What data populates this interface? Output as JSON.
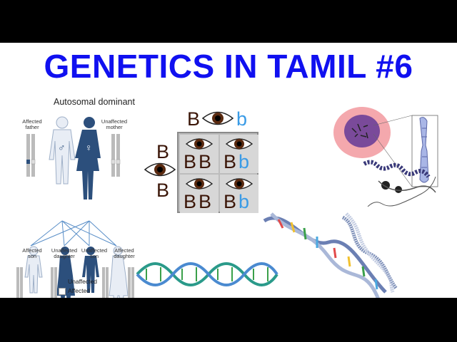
{
  "title": "GENETICS IN TAMIL #6",
  "colors": {
    "title": "#1010f0",
    "background": "#ffffff",
    "frame": "#000000",
    "brown_allele": "#3b1608",
    "blue_allele": "#3a9be6",
    "affected": "#2c4f7c"
  },
  "pedigree": {
    "heading": "Autosomal dominant",
    "father": "Affected\nfather",
    "mother": "Unaffected\nmother",
    "children": [
      "Affected\nson",
      "Unaffected\ndaughter",
      "Unaffected\nson",
      "Affected\ndaughter"
    ],
    "legend": [
      "Unaffected",
      "Affected"
    ]
  },
  "punnett": {
    "top_alleles": [
      "B",
      "b"
    ],
    "side_alleles": [
      "B",
      "B"
    ],
    "cells": [
      {
        "a": "B",
        "b": "B"
      },
      {
        "a": "B",
        "b": "b"
      },
      {
        "a": "B",
        "b": "B"
      },
      {
        "a": "B",
        "b": "b"
      }
    ]
  },
  "icons": [
    "eye-icon",
    "male-symbol-icon",
    "female-symbol-icon",
    "cell-icon",
    "chromosome-icon",
    "dna-helix-icon"
  ]
}
